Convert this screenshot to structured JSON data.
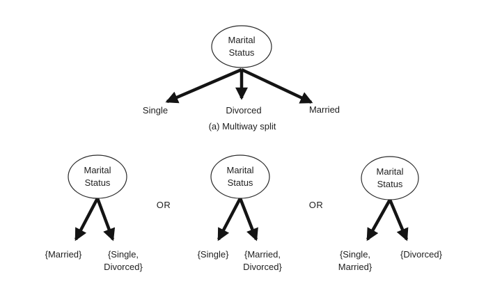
{
  "figure": {
    "caption": "(a) Multiway split",
    "or": "OR",
    "multiway": {
      "root": "Marital\nStatus",
      "branches": [
        "Single",
        "Divorced",
        "Married"
      ]
    },
    "binary": [
      {
        "root": "Marital\nStatus",
        "left": "{Married}",
        "right": "{Single,\nDivorced}"
      },
      {
        "root": "Marital\nStatus",
        "left": "{Single}",
        "right": "{Married,\nDivorced}"
      },
      {
        "root": "Marital\nStatus",
        "left": "{Single,\nMarried}",
        "right": "{Divorced}"
      }
    ],
    "colors": {
      "background": "#ffffff",
      "ink": "#1e1e1e",
      "line": "#141414"
    }
  }
}
